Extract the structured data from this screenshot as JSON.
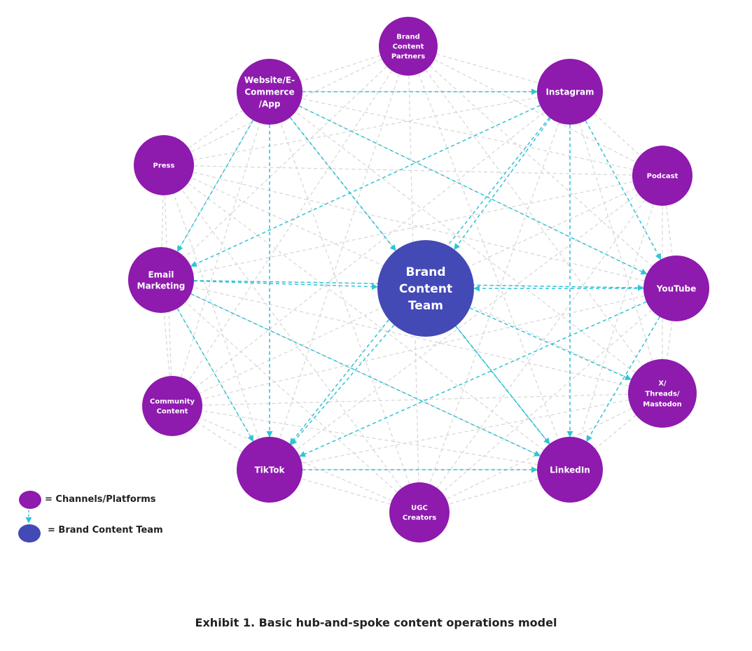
{
  "colors": {
    "channel": "#8E1AAE",
    "hub": "#4349B5",
    "cyan_link": "#2EC4D6",
    "gray_link": "#D5D5D5",
    "text_dark": "#222222"
  },
  "hub": {
    "id": "brand-content-team",
    "lines": [
      "Brand",
      "Content",
      "Team"
    ]
  },
  "channels": [
    {
      "id": "brand-content-partners",
      "lines": [
        "Brand",
        "Content",
        "Partners"
      ]
    },
    {
      "id": "instagram",
      "lines": [
        "Instagram"
      ]
    },
    {
      "id": "podcast",
      "lines": [
        "Podcast"
      ]
    },
    {
      "id": "youtube",
      "lines": [
        "YouTube"
      ]
    },
    {
      "id": "x-threads-mastodon",
      "lines": [
        "X/",
        "Threads/",
        "Mastodon"
      ]
    },
    {
      "id": "linkedin",
      "lines": [
        "LinkedIn"
      ]
    },
    {
      "id": "ugc-creators",
      "lines": [
        "UGC",
        "Creators"
      ]
    },
    {
      "id": "tiktok",
      "lines": [
        "TikTok"
      ]
    },
    {
      "id": "community-content",
      "lines": [
        "Community",
        "Content"
      ]
    },
    {
      "id": "email-marketing",
      "lines": [
        "Email",
        "Marketing"
      ]
    },
    {
      "id": "press",
      "lines": [
        "Press"
      ]
    },
    {
      "id": "website-ecommerce-app",
      "lines": [
        "Website/E-",
        "Commerce",
        "/App"
      ]
    }
  ],
  "cyan_links": [
    [
      "website-ecommerce-app",
      "instagram"
    ],
    [
      "website-ecommerce-app",
      "brand-content-team"
    ],
    [
      "website-ecommerce-app",
      "youtube"
    ],
    [
      "website-ecommerce-app",
      "tiktok"
    ],
    [
      "website-ecommerce-app",
      "email-marketing"
    ],
    [
      "website-ecommerce-app",
      "linkedin"
    ],
    [
      "instagram",
      "brand-content-team"
    ],
    [
      "instagram",
      "email-marketing"
    ],
    [
      "instagram",
      "tiktok"
    ],
    [
      "instagram",
      "youtube"
    ],
    [
      "instagram",
      "linkedin"
    ],
    [
      "email-marketing",
      "youtube"
    ],
    [
      "email-marketing",
      "brand-content-team"
    ],
    [
      "email-marketing",
      "tiktok"
    ],
    [
      "email-marketing",
      "linkedin"
    ],
    [
      "youtube",
      "brand-content-team"
    ],
    [
      "youtube",
      "tiktok"
    ],
    [
      "youtube",
      "linkedin"
    ],
    [
      "brand-content-team",
      "tiktok"
    ],
    [
      "brand-content-team",
      "linkedin"
    ],
    [
      "brand-content-team",
      "x-threads-mastodon"
    ],
    [
      "tiktok",
      "linkedin"
    ]
  ],
  "legend": {
    "channel_label": "= Channels/Platforms",
    "hub_label": "= Brand Content Team"
  },
  "caption": "Exhibit 1. Basic hub-and-spoke content operations model"
}
